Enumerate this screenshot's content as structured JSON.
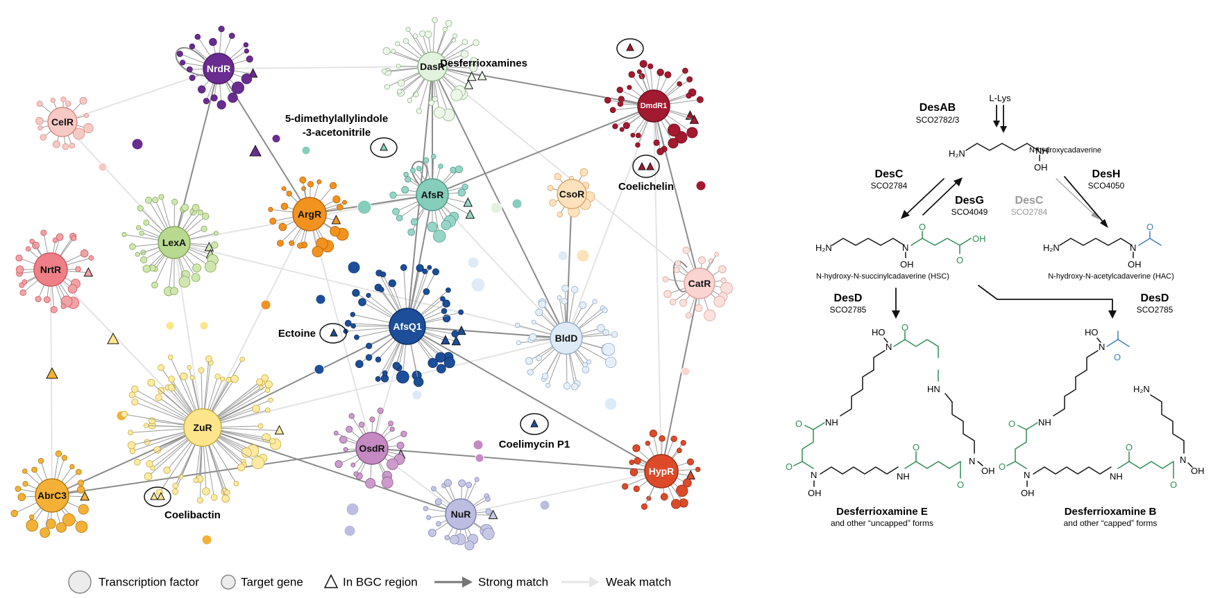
{
  "network": {
    "hubs": [
      {
        "id": "NrdR",
        "label": "NrdR",
        "color": "#6a2c91",
        "text": "#ffffff"
      },
      {
        "id": "DasR",
        "label": "DasR",
        "color": "#e3f1df",
        "text": "#111111"
      },
      {
        "id": "DmdR1",
        "label": "DmdR1",
        "color": "#a3192f",
        "text": "#ffffff"
      },
      {
        "id": "CelR",
        "label": "CelR",
        "color": "#f7c9c5",
        "text": "#111111"
      },
      {
        "id": "LexA",
        "label": "LexA",
        "color": "#b8d98f",
        "text": "#111111"
      },
      {
        "id": "ArgR",
        "label": "ArgR",
        "color": "#f2921f",
        "text": "#111111"
      },
      {
        "id": "AfsR",
        "label": "AfsR",
        "color": "#86cdbb",
        "text": "#111111"
      },
      {
        "id": "CsoR",
        "label": "CsoR",
        "color": "#fde2bd",
        "text": "#111111"
      },
      {
        "id": "NrtR",
        "label": "NrtR",
        "color": "#ee7f86",
        "text": "#111111"
      },
      {
        "id": "CatR",
        "label": "CatR",
        "color": "#fad4d0",
        "text": "#111111"
      },
      {
        "id": "AfsQ1",
        "label": "AfsQ1",
        "color": "#1c4e99",
        "text": "#ffffff"
      },
      {
        "id": "BldD",
        "label": "BldD",
        "color": "#deebf7",
        "text": "#111111"
      },
      {
        "id": "ZuR",
        "label": "ZuR",
        "color": "#fde58c",
        "text": "#111111"
      },
      {
        "id": "OsdR",
        "label": "OsdR",
        "color": "#c58ac2",
        "text": "#111111"
      },
      {
        "id": "AbrC3",
        "label": "AbrC3",
        "color": "#f3b137",
        "text": "#111111"
      },
      {
        "id": "NuR",
        "label": "NuR",
        "color": "#bcbde0",
        "text": "#111111"
      },
      {
        "id": "HypR",
        "label": "HypR",
        "color": "#dd4a2a",
        "text": "#ffffff"
      }
    ],
    "annotations": {
      "desferrioxamines": "Desferrioxamines",
      "indole_line1": "5-dimethylallylindole",
      "indole_line2": "-3-acetonitrile",
      "coelichelin": "Coelichelin",
      "ectoine": "Ectoine",
      "coelimycin": "Coelimycin P1",
      "coelibactin": "Coelibactin"
    }
  },
  "legend": {
    "tf": "Transcription factor",
    "target": "Target gene",
    "bgc": "In BGC region",
    "strong": "Strong match",
    "weak": "Weak match"
  },
  "pathway": {
    "start": "L-Lys",
    "enzymes": [
      {
        "id": "desab",
        "name": "DesAB",
        "sco": "SCO2782/3"
      },
      {
        "id": "desc",
        "name": "DesC",
        "sco": "SCO2784"
      },
      {
        "id": "desg",
        "name": "DesG",
        "sco": "SCO4049"
      },
      {
        "id": "desc2",
        "name": "DesC",
        "sco": "SCO2784"
      },
      {
        "id": "desh",
        "name": "DesH",
        "sco": "SCO4050"
      },
      {
        "id": "desd1",
        "name": "DesD",
        "sco": "SCO2785"
      },
      {
        "id": "desd2",
        "name": "DesD",
        "sco": "SCO2785"
      }
    ],
    "intermediates": {
      "n_hydroxycadaverine": "N-hydroxycadaverine",
      "hsc": "N-hydroxy-N-succinylcadaverine (HSC)",
      "hac": "N-hydroxy-N-acetylcadaverine (HAC)"
    },
    "products": [
      {
        "name": "Desferrioxamine E",
        "sub": "and other “uncapped” forms"
      },
      {
        "name": "Desferrioxamine B",
        "sub": "and other “capped” forms"
      }
    ],
    "atoms": {
      "h2n": "H₂N",
      "nh": "NH",
      "oh": "OH",
      "o": "O",
      "n": "N",
      "ho": "HO",
      "hn": "HN"
    },
    "colors": {
      "green": "#2e8b57",
      "blue": "#3a7fb3"
    }
  }
}
